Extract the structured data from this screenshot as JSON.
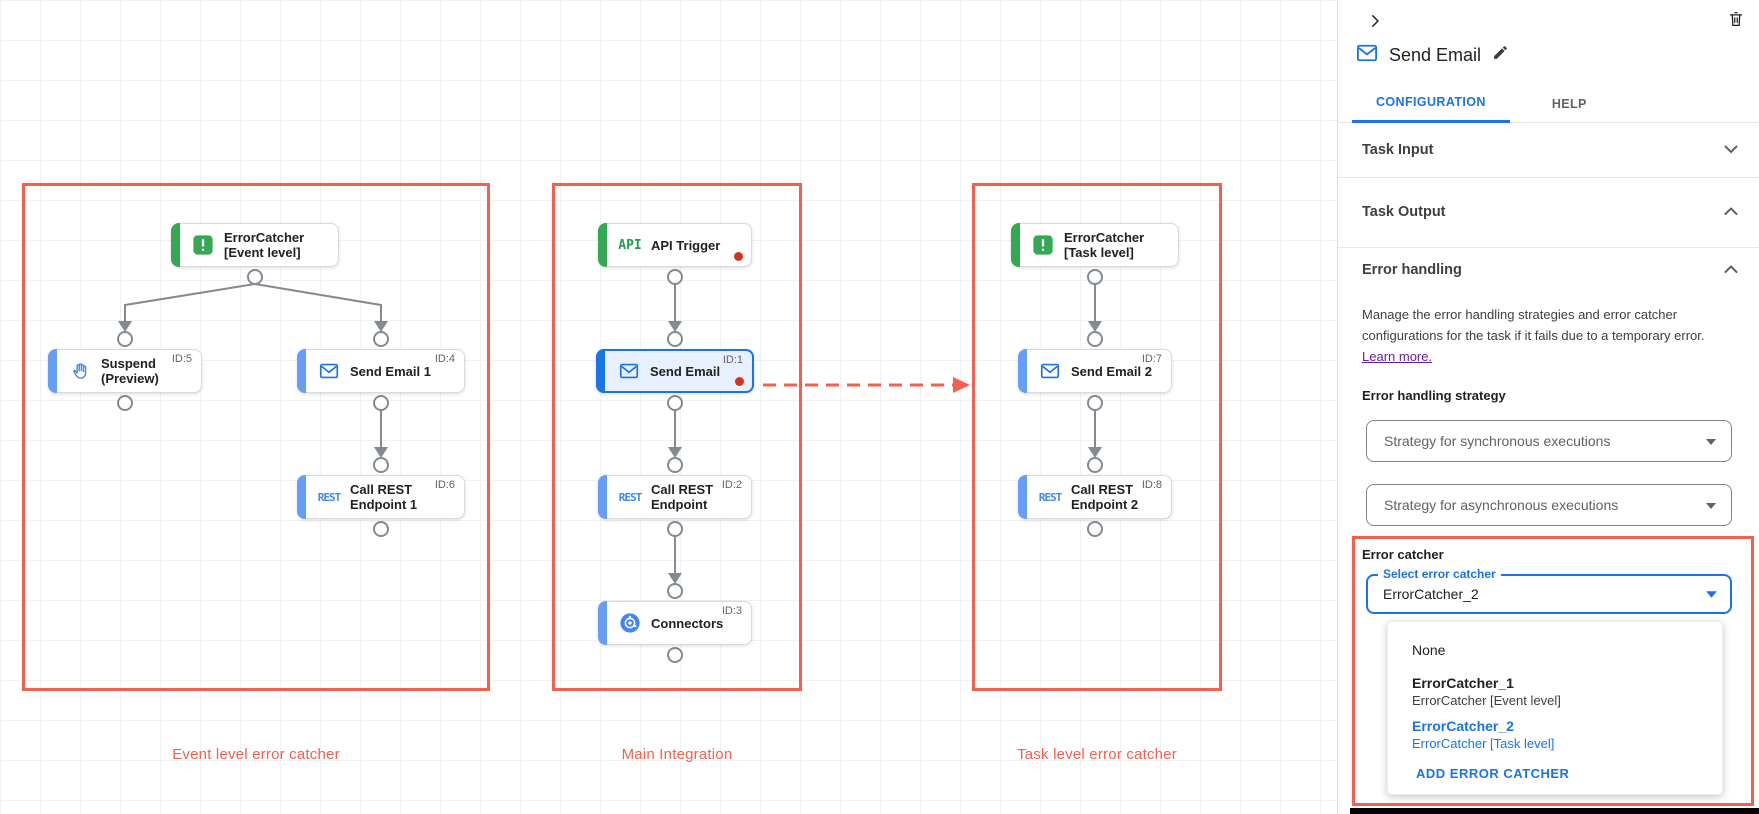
{
  "canvas": {
    "groups": [
      {
        "label": "Event level error catcher"
      },
      {
        "label": "Main Integration"
      },
      {
        "label": "Task level error catcher"
      }
    ],
    "icon_texts": {
      "api": "API",
      "rest": "REST"
    },
    "nodes": {
      "ec_event": {
        "label": "ErrorCatcher\n[Event level]"
      },
      "suspend": {
        "label": "Suspend\n(Preview)",
        "id": "ID:5"
      },
      "send_email_1": {
        "label": "Send Email 1",
        "id": "ID:4"
      },
      "call_rest_1": {
        "label": "Call REST\nEndpoint 1",
        "id": "ID:6"
      },
      "api_trigger": {
        "label": "API Trigger"
      },
      "send_email": {
        "label": "Send Email",
        "id": "ID:1"
      },
      "call_rest": {
        "label": "Call REST\nEndpoint",
        "id": "ID:2"
      },
      "connectors": {
        "label": "Connectors",
        "id": "ID:3"
      },
      "ec_task": {
        "label": "ErrorCatcher\n[Task level]"
      },
      "send_email_2": {
        "label": "Send Email 2",
        "id": "ID:7"
      },
      "call_rest_2": {
        "label": "Call REST\nEndpoint 2",
        "id": "ID:8"
      }
    }
  },
  "panel": {
    "title": "Send Email",
    "tabs": {
      "configuration": "CONFIGURATION",
      "help": "HELP"
    },
    "sections": {
      "task_input": "Task Input",
      "task_output": "Task Output",
      "error_handling": "Error handling"
    },
    "error_handling": {
      "description": "Manage the error handling strategies and error catcher configurations for the task if it fails due to a temporary error.",
      "learn_more": "Learn more.",
      "strategy_label": "Error handling strategy",
      "sync_select": "Strategy for synchronous executions",
      "async_select": "Strategy for asynchronous executions",
      "error_catcher_label": "Error catcher",
      "select_floating_label": "Select error catcher",
      "select_value": "ErrorCatcher_2",
      "menu": {
        "none": "None",
        "opt1_title": "ErrorCatcher_1",
        "opt1_sub": "ErrorCatcher [Event level]",
        "opt2_title": "ErrorCatcher_2",
        "opt2_sub": "ErrorCatcher [Task level]",
        "add_label": "ADD ERROR CATCHER"
      }
    }
  },
  "colors": {
    "accent_blue": "#1a73e8",
    "node_blue_bar": "#669df6",
    "node_green": "#34a853",
    "annotation_red": "#f4604f",
    "error_dot_red": "#d93025",
    "selected_node_bg": "#e8f0fe",
    "link_purple": "#681da8"
  }
}
